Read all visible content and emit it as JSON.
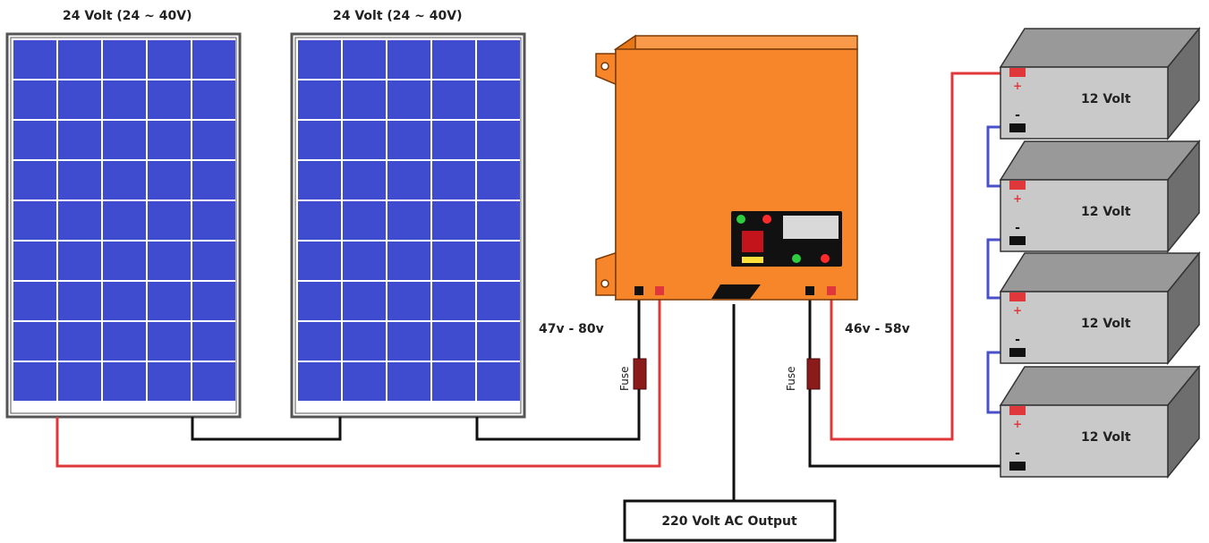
{
  "panels": [
    {
      "label": "24 Volt (24 ~ 40V)"
    },
    {
      "label": "24 Volt (24 ~ 40V)"
    }
  ],
  "controller": {
    "input_voltage": "47v - 80v",
    "output_voltage": "46v - 58v"
  },
  "fuses": [
    {
      "label": "Fuse"
    },
    {
      "label": "Fuse"
    }
  ],
  "batteries": [
    {
      "label": "12 Volt",
      "plus": "+",
      "minus": "-"
    },
    {
      "label": "12 Volt",
      "plus": "+",
      "minus": "-"
    },
    {
      "label": "12 Volt",
      "plus": "+",
      "minus": "-"
    },
    {
      "label": "12 Volt",
      "plus": "+",
      "minus": "-"
    }
  ],
  "ac_output": {
    "label": "220 Volt AC Output"
  },
  "colors": {
    "panel_cell": "#3f4ccf",
    "panel_frame": "#555555",
    "controller_body": "#f7862a",
    "controller_top": "#f89a4a",
    "battery_front": "#c9c9c9",
    "battery_top": "#999999",
    "battery_side": "#6e6e6e",
    "wire_positive": "#e0373a",
    "wire_negative": "#111111",
    "wire_series": "#4a50c8",
    "fuse": "#8b1a1a"
  }
}
